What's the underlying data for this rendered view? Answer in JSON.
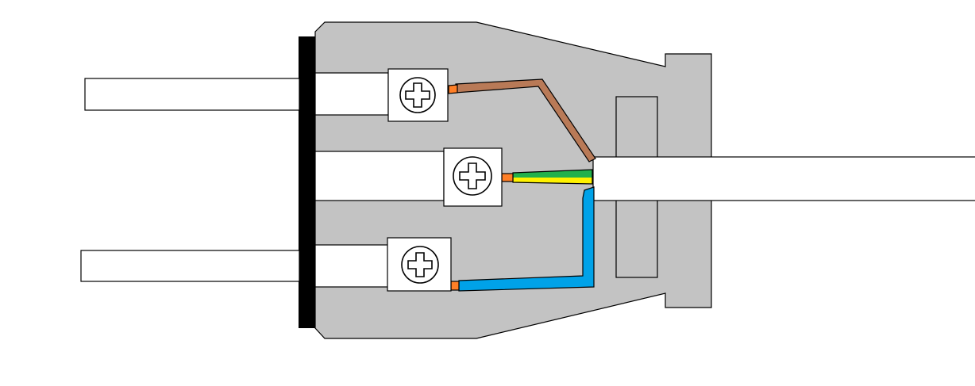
{
  "colors": {
    "background": "#ffffff",
    "housing": "#c3c3c3",
    "outline": "#000000",
    "face_plate": "#000000",
    "terminal_block": "#ffffff",
    "live_wire": "#b97a57",
    "earth_wire_green": "#22b14c",
    "earth_wire_yellow": "#fff200",
    "neutral_wire": "#00a2e8",
    "copper_tip": "#ff7f27"
  },
  "components": {
    "pins": [
      "live-pin",
      "earth-sleeve",
      "neutral-pin"
    ],
    "terminals": [
      "live-terminal",
      "earth-terminal",
      "neutral-terminal"
    ],
    "wires": [
      "live-wire",
      "earth-wire",
      "neutral-wire"
    ],
    "screw_icon": "cross-head-screw-icon"
  }
}
